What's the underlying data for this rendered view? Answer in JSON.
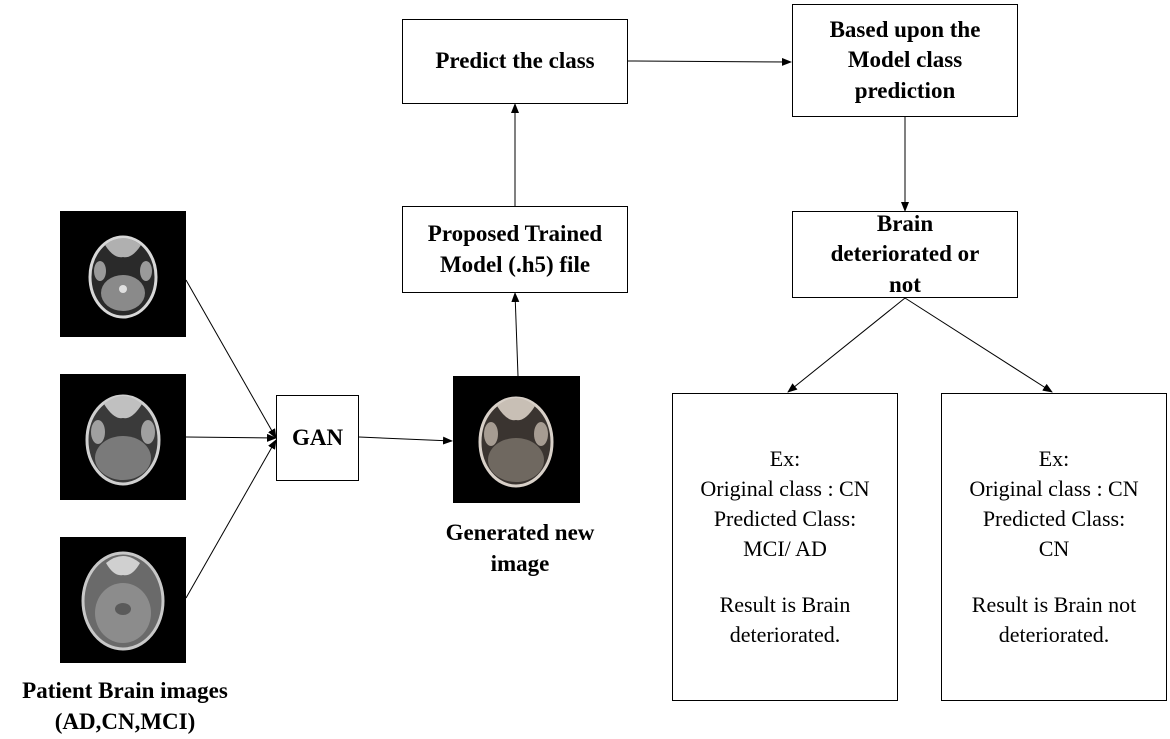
{
  "boxes": {
    "gan": "GAN",
    "predict": "Predict the class",
    "trained_model": "Proposed Trained\nModel (.h5) file",
    "based_upon": "Based upon the\nModel class\nprediction",
    "deteriorated": "Brain\ndeteriorated or\nnot"
  },
  "labels": {
    "patient_images": "Patient Brain images\n(AD,CN,MCI)",
    "generated_image": "Generated new\nimage"
  },
  "examples": {
    "left": {
      "ex": "Ex:",
      "original": "Original class : CN",
      "predicted_label": "Predicted Class:",
      "predicted_value": "MCI/ AD",
      "result": "Result is Brain\ndeteriorated."
    },
    "right": {
      "ex": "Ex:",
      "original": "Original class : CN",
      "predicted_label": "Predicted Class:",
      "predicted_value": "CN",
      "result": "Result is Brain not\ndeteriorated."
    }
  },
  "images": [
    {
      "name": "brain-scan-1-icon"
    },
    {
      "name": "brain-scan-2-icon"
    },
    {
      "name": "brain-scan-3-icon"
    },
    {
      "name": "generated-brain-scan-icon"
    }
  ],
  "colors": {
    "stroke": "#000000",
    "image_bg": "#000000",
    "tissue": "#8a8a8a"
  }
}
